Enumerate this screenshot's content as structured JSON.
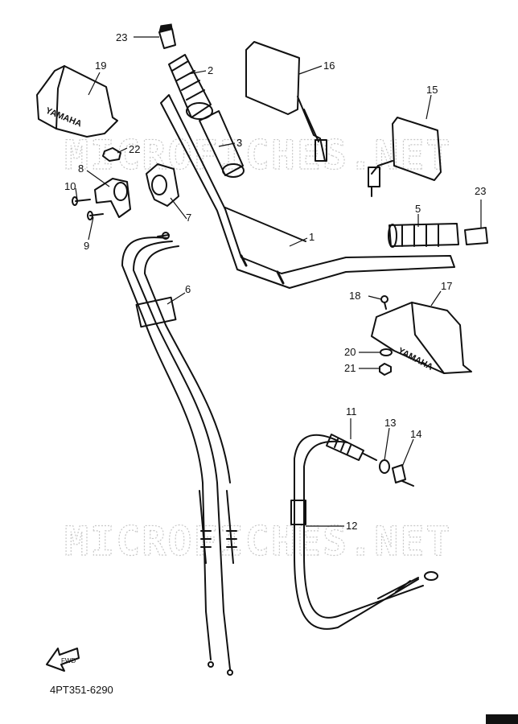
{
  "diagram_code": "4PT351-6290",
  "watermark": "MICROFICHES.NET",
  "brand_marking": "YAMAHA",
  "fwd_label": "FWD",
  "callouts": [
    {
      "id": "c1",
      "text": "1"
    },
    {
      "id": "c2",
      "text": "2"
    },
    {
      "id": "c3",
      "text": "3"
    },
    {
      "id": "c5",
      "text": "5"
    },
    {
      "id": "c6",
      "text": "6"
    },
    {
      "id": "c7",
      "text": "7"
    },
    {
      "id": "c8",
      "text": "8"
    },
    {
      "id": "c9",
      "text": "9"
    },
    {
      "id": "c10",
      "text": "10"
    },
    {
      "id": "c11",
      "text": "11"
    },
    {
      "id": "c12",
      "text": "12"
    },
    {
      "id": "c13",
      "text": "13"
    },
    {
      "id": "c14",
      "text": "14"
    },
    {
      "id": "c15",
      "text": "15"
    },
    {
      "id": "c16",
      "text": "16"
    },
    {
      "id": "c17",
      "text": "17"
    },
    {
      "id": "c18",
      "text": "18"
    },
    {
      "id": "c19",
      "text": "19"
    },
    {
      "id": "c20",
      "text": "20"
    },
    {
      "id": "c21",
      "text": "21"
    },
    {
      "id": "c22",
      "text": "22"
    },
    {
      "id": "c23a",
      "text": "23"
    },
    {
      "id": "c23b",
      "text": "23"
    }
  ]
}
